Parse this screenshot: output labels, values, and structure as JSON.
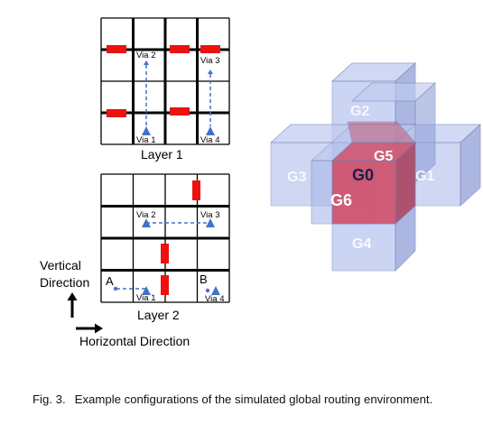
{
  "layer1": {
    "label": "Layer 1",
    "vias": {
      "via2": "Via 2",
      "via3": "Via 3",
      "via1": "Via 1",
      "via4": "Via 4"
    }
  },
  "layer2": {
    "label": "Layer 2",
    "vias": {
      "via2": "Via 2",
      "via3": "Via 3",
      "via1": "Via 1",
      "via4": "Via 4"
    },
    "pins": {
      "a": "A",
      "b": "B"
    }
  },
  "directions": {
    "vertical_line1": "Vertical",
    "vertical_line2": "Direction",
    "horizontal": "Horizontal Direction"
  },
  "gcells": {
    "g0": "G0",
    "g1": "G1",
    "g2": "G2",
    "g3": "G3",
    "g4": "G4",
    "g5": "G5",
    "g6": "G6"
  },
  "caption": {
    "label": "Fig. 3.",
    "text": "Example configurations of the simulated global routing environment."
  },
  "colors": {
    "blocked_edge": "#ee1111",
    "via_marker": "#4472c4",
    "gcell_fill": "#a4b4e6",
    "center_fill": "#d2506a"
  }
}
